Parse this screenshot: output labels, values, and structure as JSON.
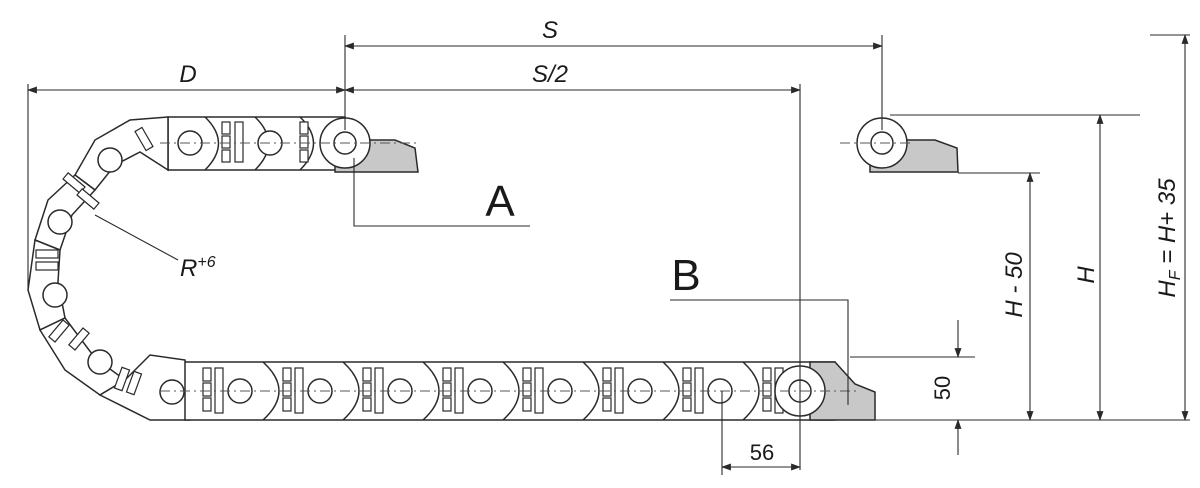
{
  "labels": {
    "S": "S",
    "S_half": "S/2",
    "D": "D",
    "A": "A",
    "B": "B",
    "R": "R",
    "R_sup": "+6",
    "H_minus": "H - 50",
    "H": "H",
    "HF_main": "H",
    "HF_sub": "F",
    "HF_rest": " = H+ 35",
    "d50": "50",
    "d56": "56"
  }
}
